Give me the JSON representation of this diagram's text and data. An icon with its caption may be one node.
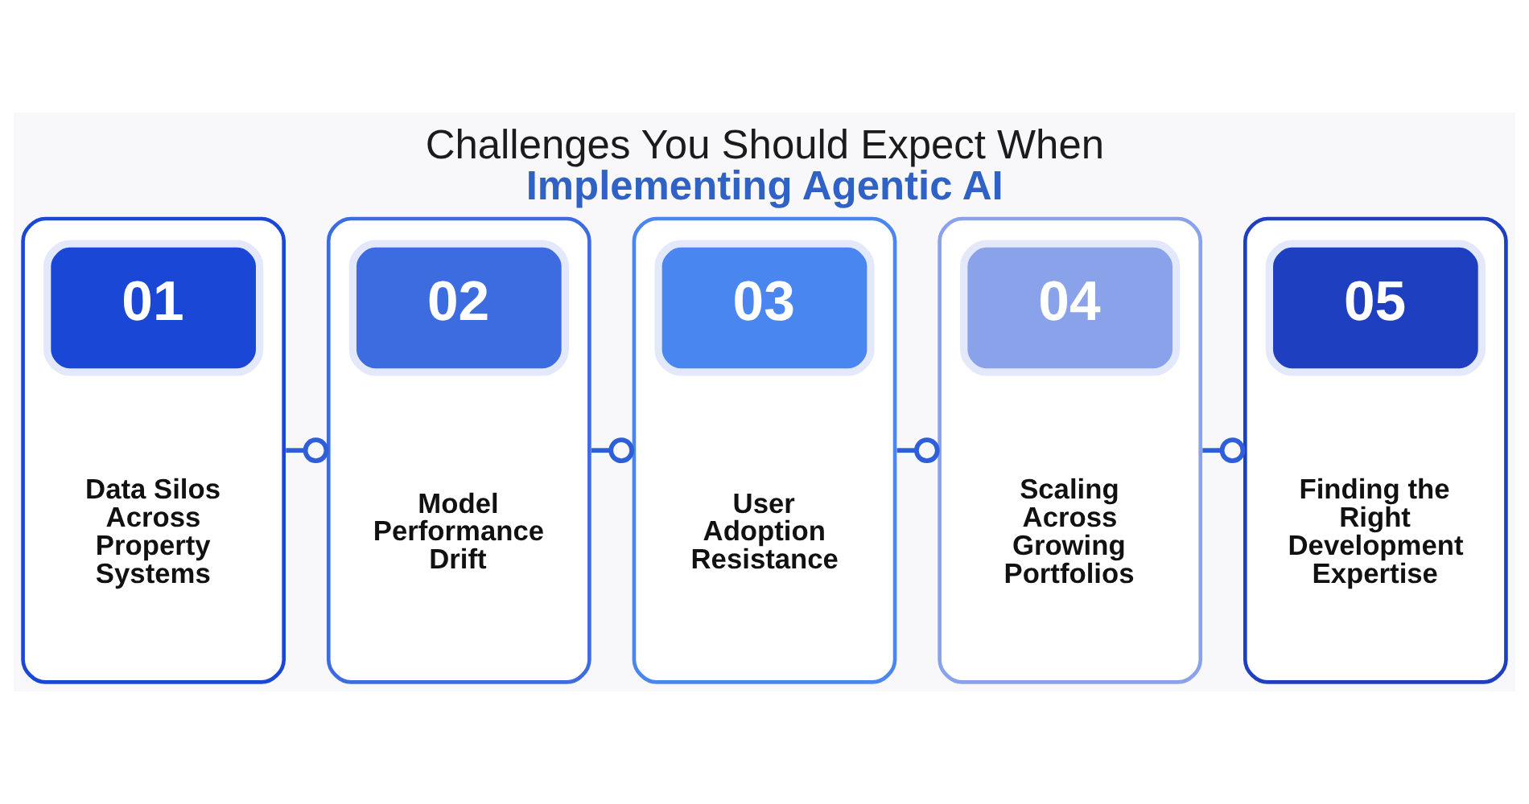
{
  "diagram": {
    "title": "Challenges You Should Expect When Implementing Agentic AI",
    "nodes": [
      {
        "text": [
          "01",
          "Data Silos Across Property Systems"
        ]
      },
      {
        "text": [
          "02",
          "Model Performance Drift"
        ]
      },
      {
        "text": [
          "03",
          "User Adoption Resistance"
        ]
      },
      {
        "text": [
          "04",
          "Scaling Across Growing Portfolios"
        ]
      },
      {
        "text": [
          "05",
          "Finding the Right Development Expertise"
        ]
      }
    ],
    "edges": [
      {
        "from": 0,
        "to": 1,
        "arrow": "other"
      },
      {
        "from": 1,
        "to": 2,
        "arrow": "other"
      },
      {
        "from": 2,
        "to": 3,
        "arrow": "other"
      },
      {
        "from": 3,
        "to": 4,
        "arrow": "other"
      }
    ]
  }
}
